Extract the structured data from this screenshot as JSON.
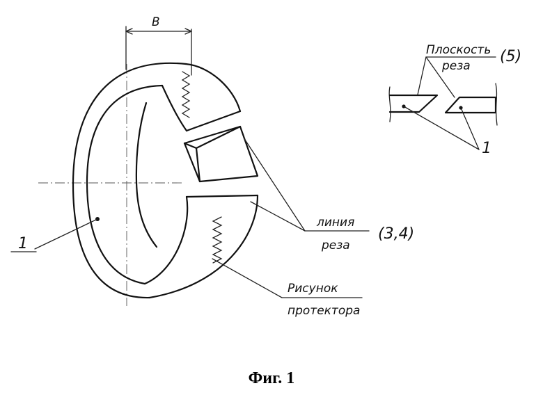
{
  "labels": {
    "width_mark": "В",
    "cut_plane_line1": "Плоскость",
    "cut_plane_line2": "реза",
    "cut_plane_ref": "(5)",
    "part_ref_right": "1",
    "cut_line_line1": "линия",
    "cut_line_line2": "реза",
    "cut_line_ref": "(3,4)",
    "part_ref_left": "1",
    "tread_line1": "Рисунок",
    "tread_line2": "протектора"
  },
  "caption": "Фиг. 1"
}
